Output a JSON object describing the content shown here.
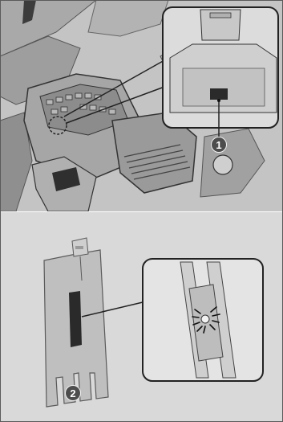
{
  "callouts": [
    {
      "number": "1",
      "target": "fuse-puller-location"
    },
    {
      "number": "2",
      "target": "fuse-puller-tool"
    }
  ],
  "colors": {
    "engine_bay_bg": "#bdbdbd",
    "dark_line": "#3a3a3a",
    "panel_gray": "#d9d9d9",
    "badge_fill": "#4d4d4d"
  }
}
